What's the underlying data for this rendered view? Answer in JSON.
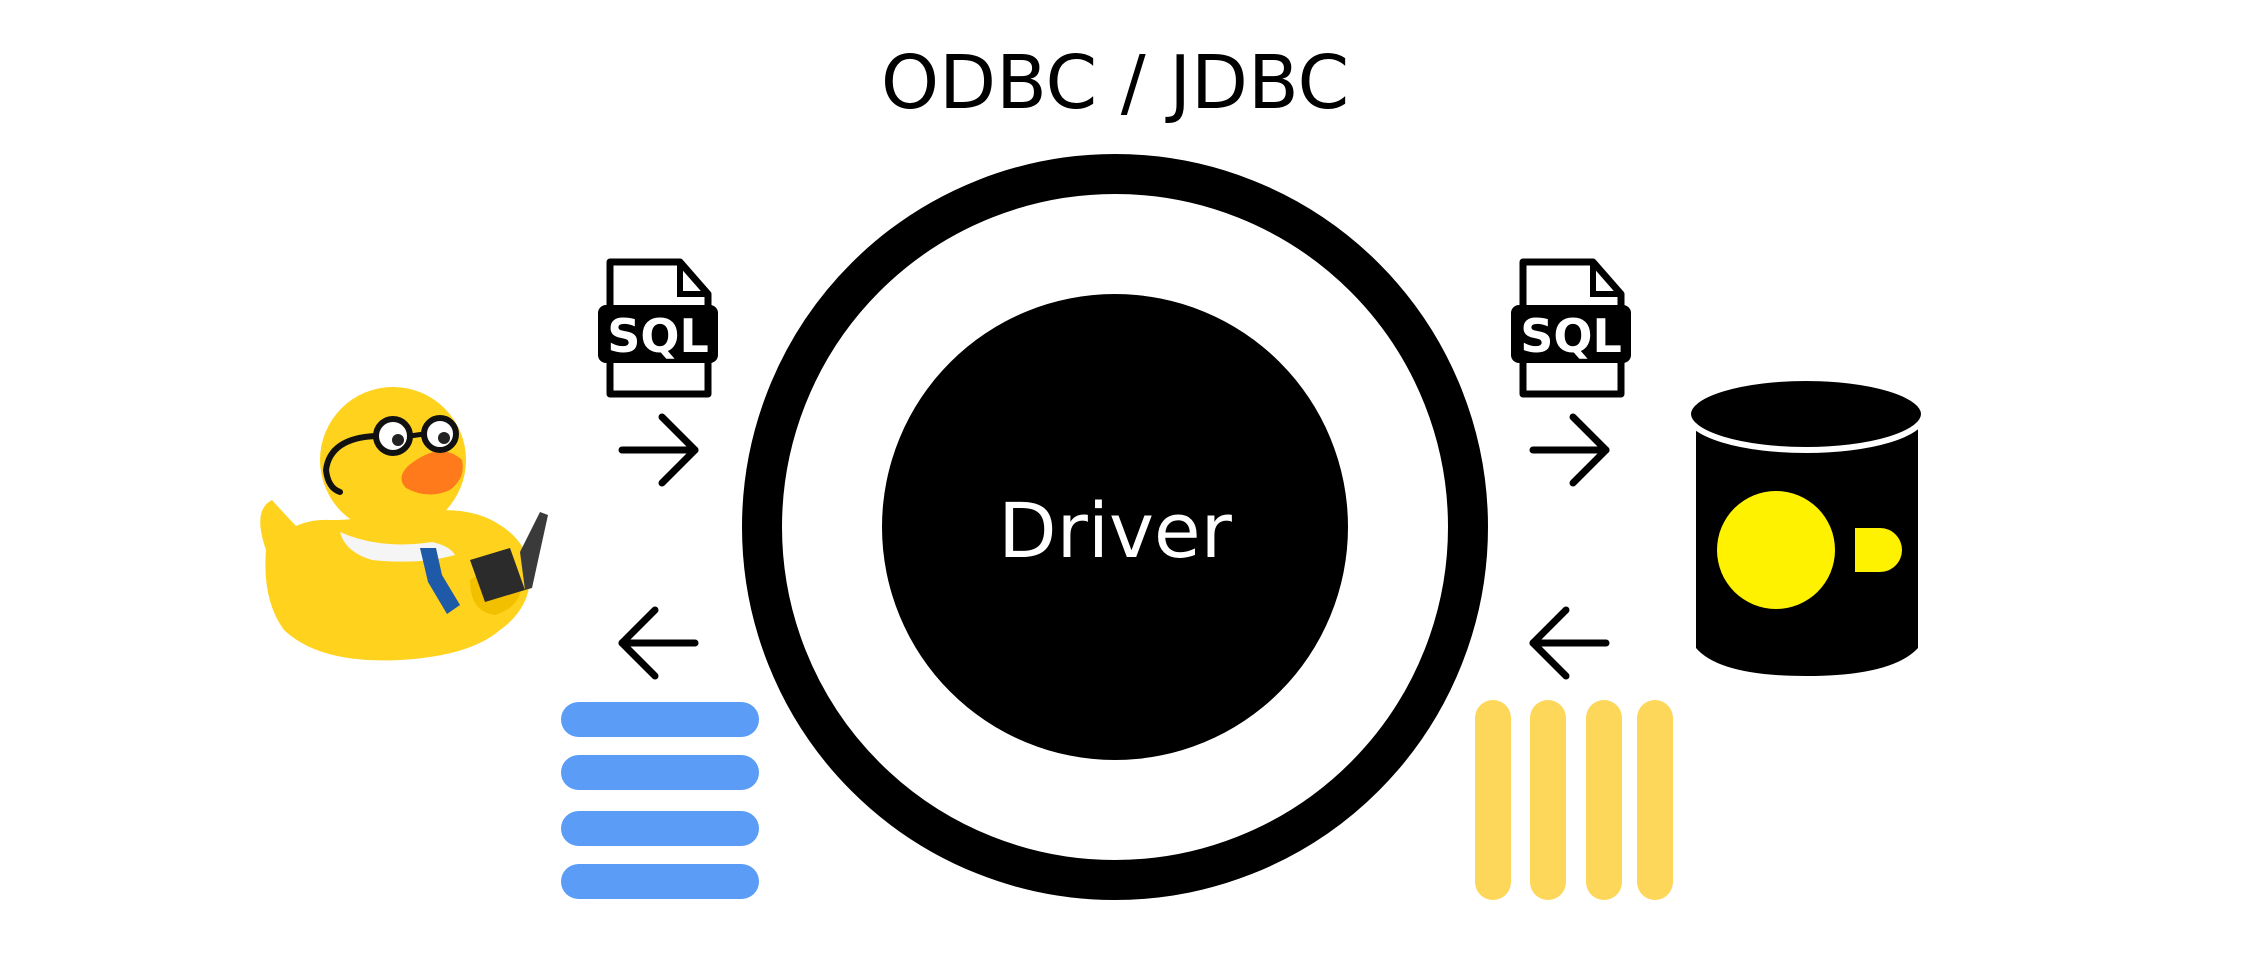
{
  "diagram": {
    "title": "ODBC / JDBC",
    "center_label": "Driver",
    "sql_badge_left": "SQL",
    "sql_badge_right": "SQL"
  },
  "icons": {
    "client": "rubber-duck-with-laptop-icon",
    "database": "database-cylinder-icon",
    "query_file": "sql-file-icon",
    "request_arrow": "arrow-right-icon",
    "response_arrow": "arrow-left-icon",
    "row_results": "row-oriented-data-icon",
    "column_results": "column-oriented-data-icon"
  },
  "colors": {
    "ring": "#000000",
    "background": "#ffffff",
    "rows": "#5b9cf6",
    "columns": "#fdd75a",
    "duck_body": "#ffd21e",
    "duck_beak": "#ff7a1a",
    "db_logo": "#fff200"
  }
}
